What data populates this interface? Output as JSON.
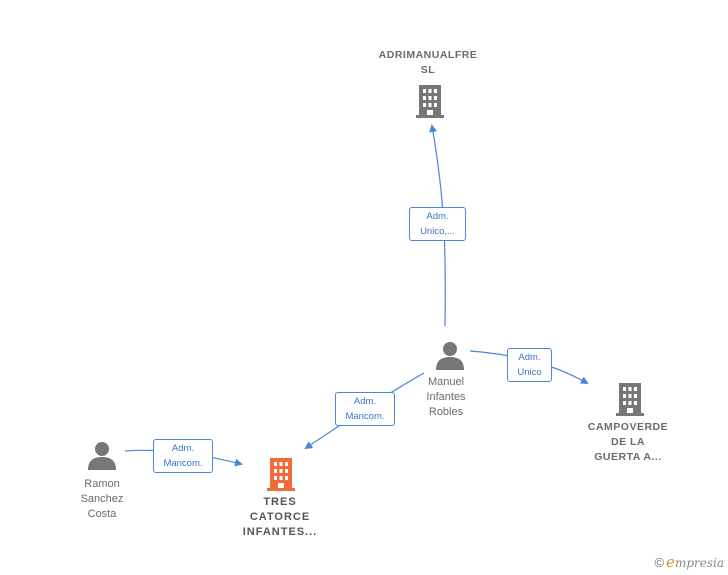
{
  "nodes": {
    "adrimanualfre": {
      "label": "ADRIMANUALFRE\nSL",
      "kind": "company",
      "icon": "building-icon",
      "color": "#777777"
    },
    "manuel": {
      "label": "Manuel\nInfantes\nRobles",
      "kind": "person",
      "icon": "person-icon",
      "color": "#777777"
    },
    "campoverde": {
      "label": "CAMPOVERDE\nDE LA\nGUERTA A...",
      "kind": "company",
      "icon": "building-icon",
      "color": "#777777"
    },
    "ramon": {
      "label": "Ramon\nSanchez\nCosta",
      "kind": "person",
      "icon": "person-icon",
      "color": "#777777"
    },
    "tres_catorce": {
      "label": "TRES\nCATORCE\nINFANTES...",
      "kind": "company",
      "icon": "building-icon",
      "color": "#f26a3b"
    }
  },
  "edges": [
    {
      "from": "manuel",
      "to": "adrimanualfre",
      "label": "Adm.\nUnico,..."
    },
    {
      "from": "manuel",
      "to": "campoverde",
      "label": "Adm.\nUnico"
    },
    {
      "from": "manuel",
      "to": "tres_catorce",
      "label": "Adm.\nMancom."
    },
    {
      "from": "ramon",
      "to": "tres_catorce",
      "label": "Adm.\nMancom."
    }
  ],
  "colors": {
    "edge": "#4a86d8",
    "node": "#777777",
    "focus": "#f26a3b"
  },
  "brand": {
    "copyright": "©",
    "first_letter": "e",
    "rest": "mpresia"
  }
}
